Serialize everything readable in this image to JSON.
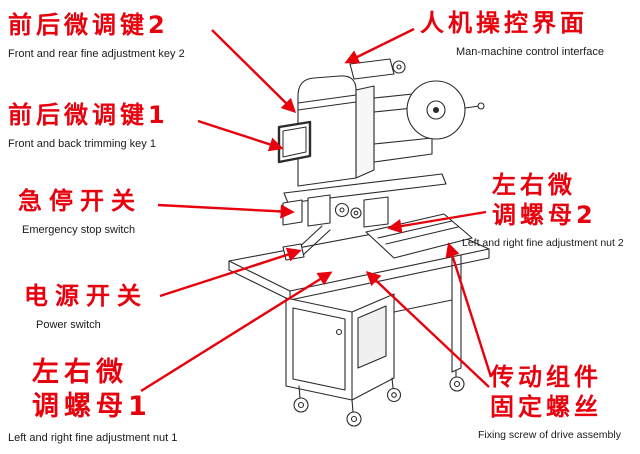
{
  "figure": {
    "type": "annotated-machine-diagram",
    "subject": "Labeling / wire machine on wheeled cabinet stand with red callout arrows"
  },
  "colors": {
    "callout_red": "#e8000d",
    "line_black": "#2b2b2b",
    "background": "#ffffff"
  },
  "callouts": [
    {
      "id": "front-rear-key-2",
      "zh": "前后微调键2",
      "en": "Front and rear fine adjustment key 2"
    },
    {
      "id": "hmi",
      "zh": "人机操控界面",
      "en": "Man-machine control interface"
    },
    {
      "id": "front-back-key-1",
      "zh": "前后微调键1",
      "en": "Front and back trimming key 1"
    },
    {
      "id": "emergency-stop",
      "zh": "急停开关",
      "en": "Emergency stop switch"
    },
    {
      "id": "lr-nut-2",
      "zh_line1": "左右微",
      "zh_line2": "调螺母2",
      "en": "Left and right fine adjustment nut 2"
    },
    {
      "id": "power-switch",
      "zh": "电源开关",
      "en": "Power switch"
    },
    {
      "id": "lr-nut-1",
      "zh_line1": "左右微",
      "zh_line2": "调螺母1",
      "en": "Left and right fine adjustment nut 1"
    },
    {
      "id": "drive-screw",
      "zh_line1": "传动组件",
      "zh_line2": "固定螺丝",
      "en": "Fixing screw of drive assembly"
    }
  ]
}
